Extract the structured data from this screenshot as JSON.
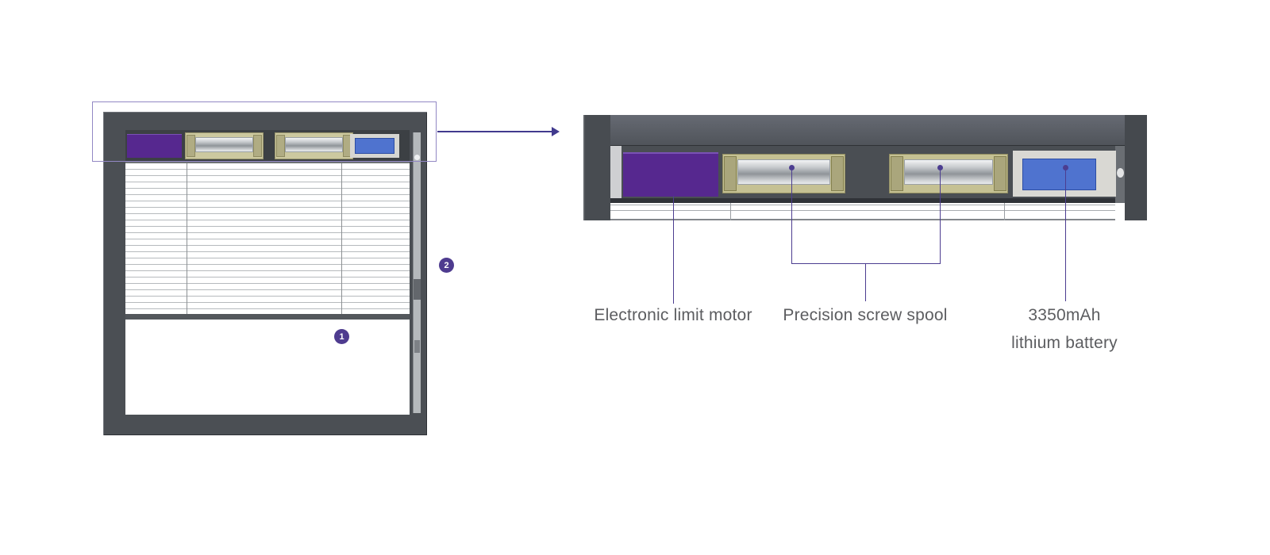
{
  "window_diagram": {
    "badges": {
      "one": "1",
      "two": "2"
    }
  },
  "detail_view": {
    "labels": {
      "motor": "Electronic limit motor",
      "spool": "Precision screw spool",
      "battery_line1": "3350mAh",
      "battery_line2": "lithium battery"
    }
  },
  "colors": {
    "accent_purple": "#4c3d90",
    "badge_purple": "#4e3b8f",
    "motor_purple": "#56288f",
    "battery_blue": "#4f73cf",
    "frame_gray": "#4b4f54",
    "spool_beige": "#c5c193",
    "label_text": "#5c5d60"
  },
  "icons": {
    "arrow": "arrow-right-icon"
  }
}
